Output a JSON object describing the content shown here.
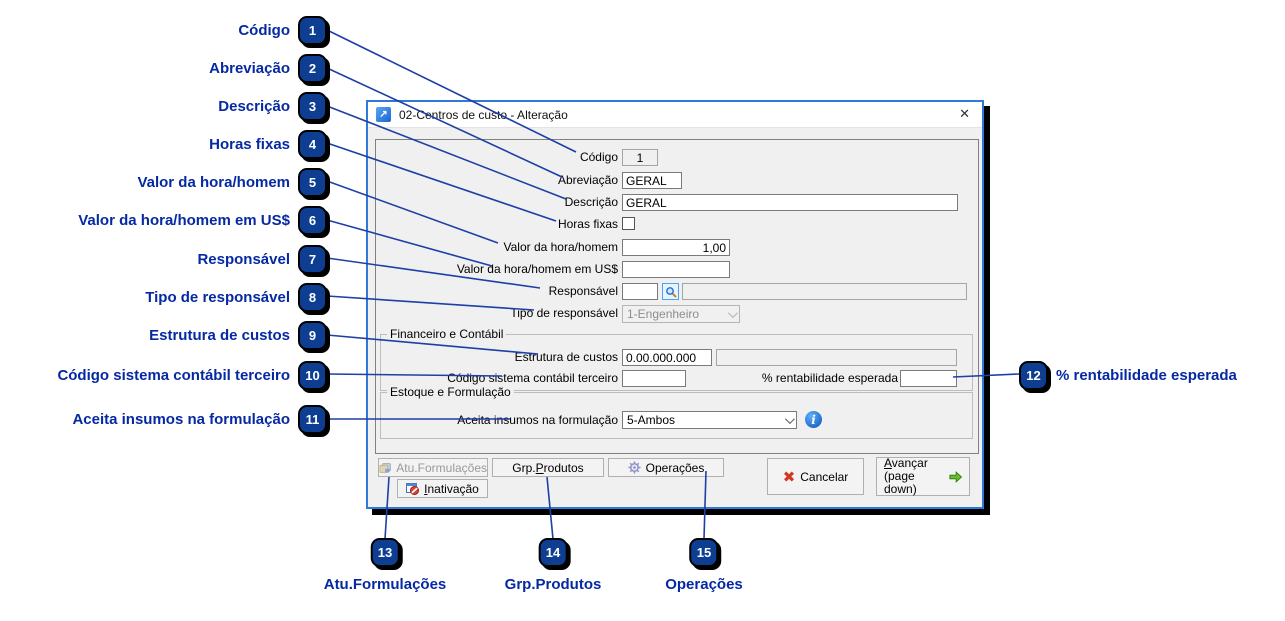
{
  "icons": {
    "close": "✕",
    "app_arrow": "↗",
    "cancel_x": "✖",
    "info": "i"
  },
  "dialog": {
    "title": "02-Centros de custo - Alteração",
    "groups": {
      "financeiro": "Financeiro e Contábil",
      "estoque": "Estoque e Formulação"
    },
    "fields": {
      "codigo": {
        "label": "Código",
        "value": "1"
      },
      "abreviacao": {
        "label": "Abreviação",
        "value": "GERAL"
      },
      "descricao": {
        "label": "Descrição",
        "value": "GERAL"
      },
      "horas_fixas": {
        "label": "Horas fixas",
        "checked": false
      },
      "valor_hora_homem": {
        "label": "Valor da hora/homem",
        "value": "1,00"
      },
      "valor_hora_homem_usd": {
        "label": "Valor da hora/homem em US$",
        "value": ""
      },
      "responsavel": {
        "label": "Responsável",
        "code": "",
        "description": ""
      },
      "tipo_responsavel": {
        "label": "Tipo de responsável",
        "value": "1-Engenheiro"
      },
      "estrutura_custos": {
        "label": "Estrutura de custos",
        "value": "0.00.000.000",
        "description": ""
      },
      "codigo_sistema_contabil": {
        "label": "Código sistema contábil terceiro",
        "value": ""
      },
      "rentabilidade_esperada": {
        "label": "% rentabilidade esperada",
        "value": ""
      },
      "aceita_insumos": {
        "label": "Aceita insumos na formulação",
        "value": "5-Ambos"
      }
    },
    "buttons": {
      "atu_formulacoes": "Atu.Formulações",
      "grp_pre": "Grp.",
      "grp_key": "P",
      "grp_post": "rodutos",
      "operacoes": "Operações",
      "inat_key": "I",
      "inat_post": "nativação",
      "cancelar": "Cancelar",
      "avancar_key": "A",
      "avancar_post": "vançar",
      "avancar_sub": "(page down)"
    }
  },
  "callouts": {
    "left": [
      {
        "num": "1",
        "label": "Código"
      },
      {
        "num": "2",
        "label": "Abreviação"
      },
      {
        "num": "3",
        "label": "Descrição"
      },
      {
        "num": "4",
        "label": "Horas fixas"
      },
      {
        "num": "5",
        "label": "Valor da hora/homem"
      },
      {
        "num": "6",
        "label": "Valor da hora/homem em US$"
      },
      {
        "num": "7",
        "label": "Responsável"
      },
      {
        "num": "8",
        "label": "Tipo de responsável"
      },
      {
        "num": "9",
        "label": "Estrutura de custos"
      },
      {
        "num": "10",
        "label": "Código sistema contábil terceiro"
      },
      {
        "num": "11",
        "label": "Aceita insumos na formulação"
      }
    ],
    "right": [
      {
        "num": "12",
        "label": "% rentabilidade esperada"
      }
    ],
    "bottom": [
      {
        "num": "13",
        "label": "Atu.Formulações"
      },
      {
        "num": "14",
        "label": "Grp.Produtos"
      },
      {
        "num": "15",
        "label": "Operações"
      }
    ]
  },
  "colors": {
    "badge": "#0d3e92",
    "line": "#1d3fa6",
    "label_text": "#0629a3",
    "window_border": "#3079d8"
  }
}
